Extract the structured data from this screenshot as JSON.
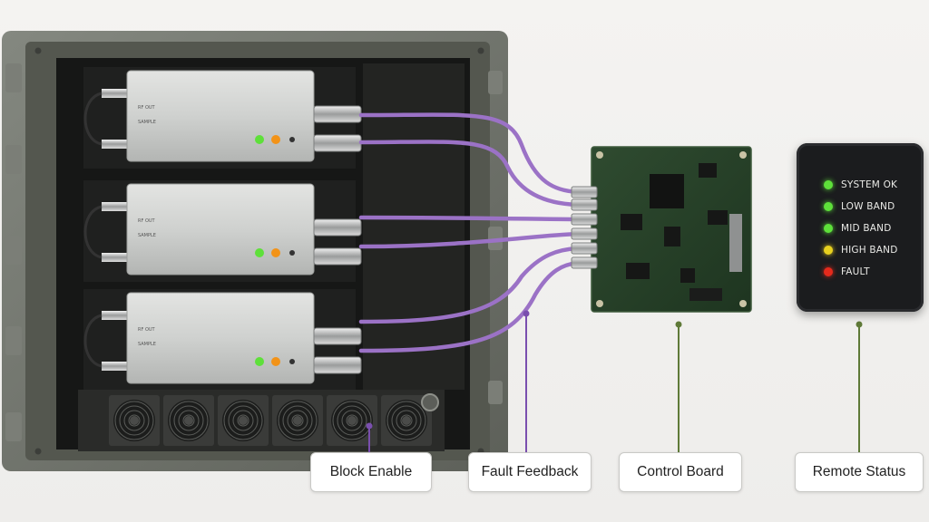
{
  "colors": {
    "cable": "#9b72c6",
    "callout_line_purple": "#7a4fae",
    "callout_line_green": "#5f7a38",
    "pcb": "#27432a",
    "chassis": "#6f736b",
    "led_green": "#5ee03a",
    "led_yellow": "#e8d11f",
    "led_red": "#e52a1c",
    "led_orange": "#f29318"
  },
  "amplifier_blocks": [
    {
      "label_a": "RF OUT",
      "label_b": "SAMPLE",
      "led_1": "green",
      "led_2": "orange"
    },
    {
      "label_a": "RF OUT",
      "label_b": "SAMPLE",
      "led_1": "green",
      "led_2": "orange"
    },
    {
      "label_a": "RF OUT",
      "label_b": "SAMPLE",
      "led_1": "green",
      "led_2": "orange"
    }
  ],
  "fans": {
    "count": 6
  },
  "remote_status": {
    "indicators": [
      {
        "label": "SYSTEM OK",
        "color": "#5ee03a"
      },
      {
        "label": "LOW BAND",
        "color": "#5ee03a"
      },
      {
        "label": "MID BAND",
        "color": "#5ee03a"
      },
      {
        "label": "HIGH BAND",
        "color": "#e8d11f"
      },
      {
        "label": "FAULT",
        "color": "#e52a1c"
      }
    ]
  },
  "callouts": {
    "block_enable": "Block Enable",
    "fault_feedback": "Fault Feedback",
    "control_board": "Control Board",
    "remote_status": "Remote Status"
  }
}
